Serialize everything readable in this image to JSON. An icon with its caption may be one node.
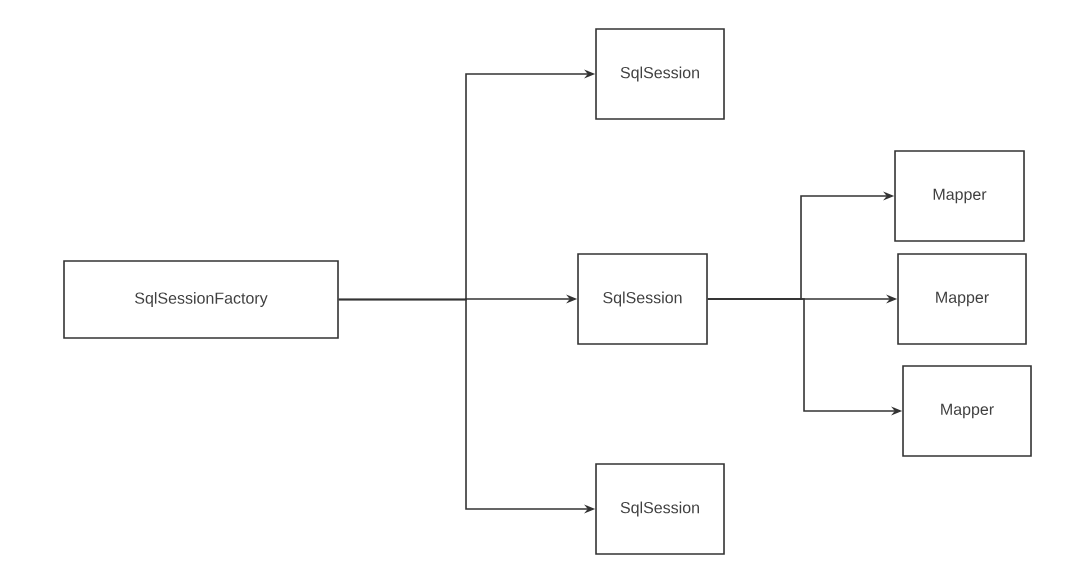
{
  "diagram": {
    "nodes": [
      {
        "text": [
          "SqlSessionFactory"
        ]
      },
      {
        "text": [
          "SqlSession"
        ]
      },
      {
        "text": [
          "SqlSession"
        ]
      },
      {
        "text": [
          "SqlSession"
        ]
      },
      {
        "text": [
          "Mapper"
        ]
      },
      {
        "text": [
          "Mapper"
        ]
      },
      {
        "text": [
          "Mapper"
        ]
      }
    ],
    "edges": [
      {
        "from": 0,
        "to": 1,
        "arrow": "to"
      },
      {
        "from": 0,
        "to": 2,
        "arrow": "to"
      },
      {
        "from": 0,
        "to": 3,
        "arrow": "to"
      },
      {
        "from": 2,
        "to": 4,
        "arrow": "to"
      },
      {
        "from": 2,
        "to": 5,
        "arrow": "to"
      },
      {
        "from": 2,
        "to": 6,
        "arrow": "to"
      }
    ]
  }
}
